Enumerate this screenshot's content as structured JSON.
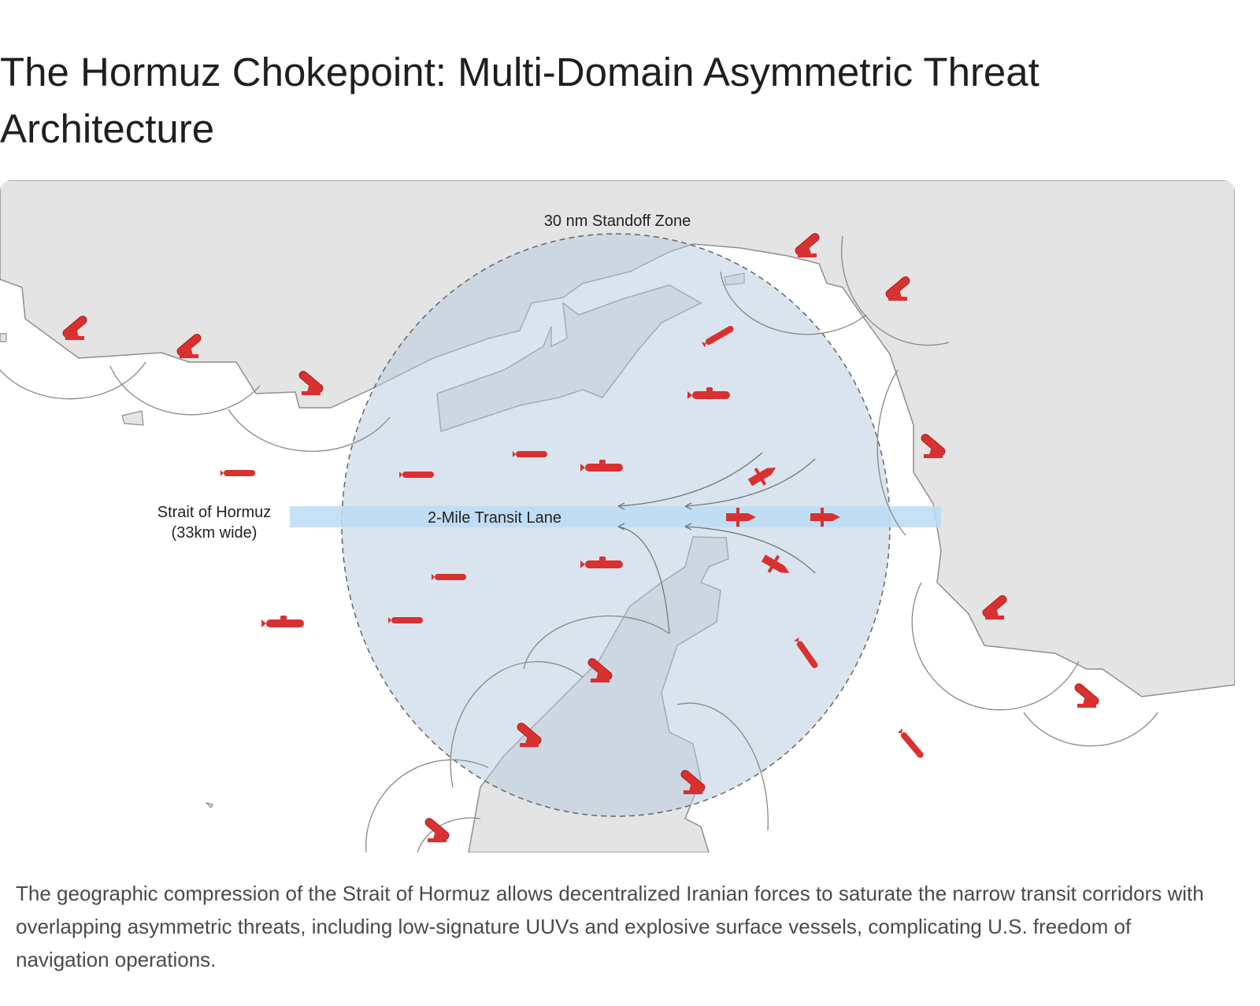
{
  "title": "The Hormuz Chokepoint: Multi-Domain Asymmetric Threat Architecture",
  "map": {
    "standoff_zone_label": "30 nm Standoff Zone",
    "transit_lane_label": "2-Mile Transit Lane",
    "strait_label_line1": "Strait of Hormuz",
    "strait_label_line2": "(33km wide)",
    "colors": {
      "threat": "#d93030",
      "land": "#e4e4e4",
      "zone": "#c7d7e8",
      "lane": "#bcdcf3"
    }
  },
  "caption": "The geographic compression of the Strait of Hormuz allows decentralized Iranian forces to saturate the narrow transit corridors with overlapping asymmetric threats, including low-signature UUVs and explosive surface vessels, complicating U.S. freedom of navigation operations."
}
